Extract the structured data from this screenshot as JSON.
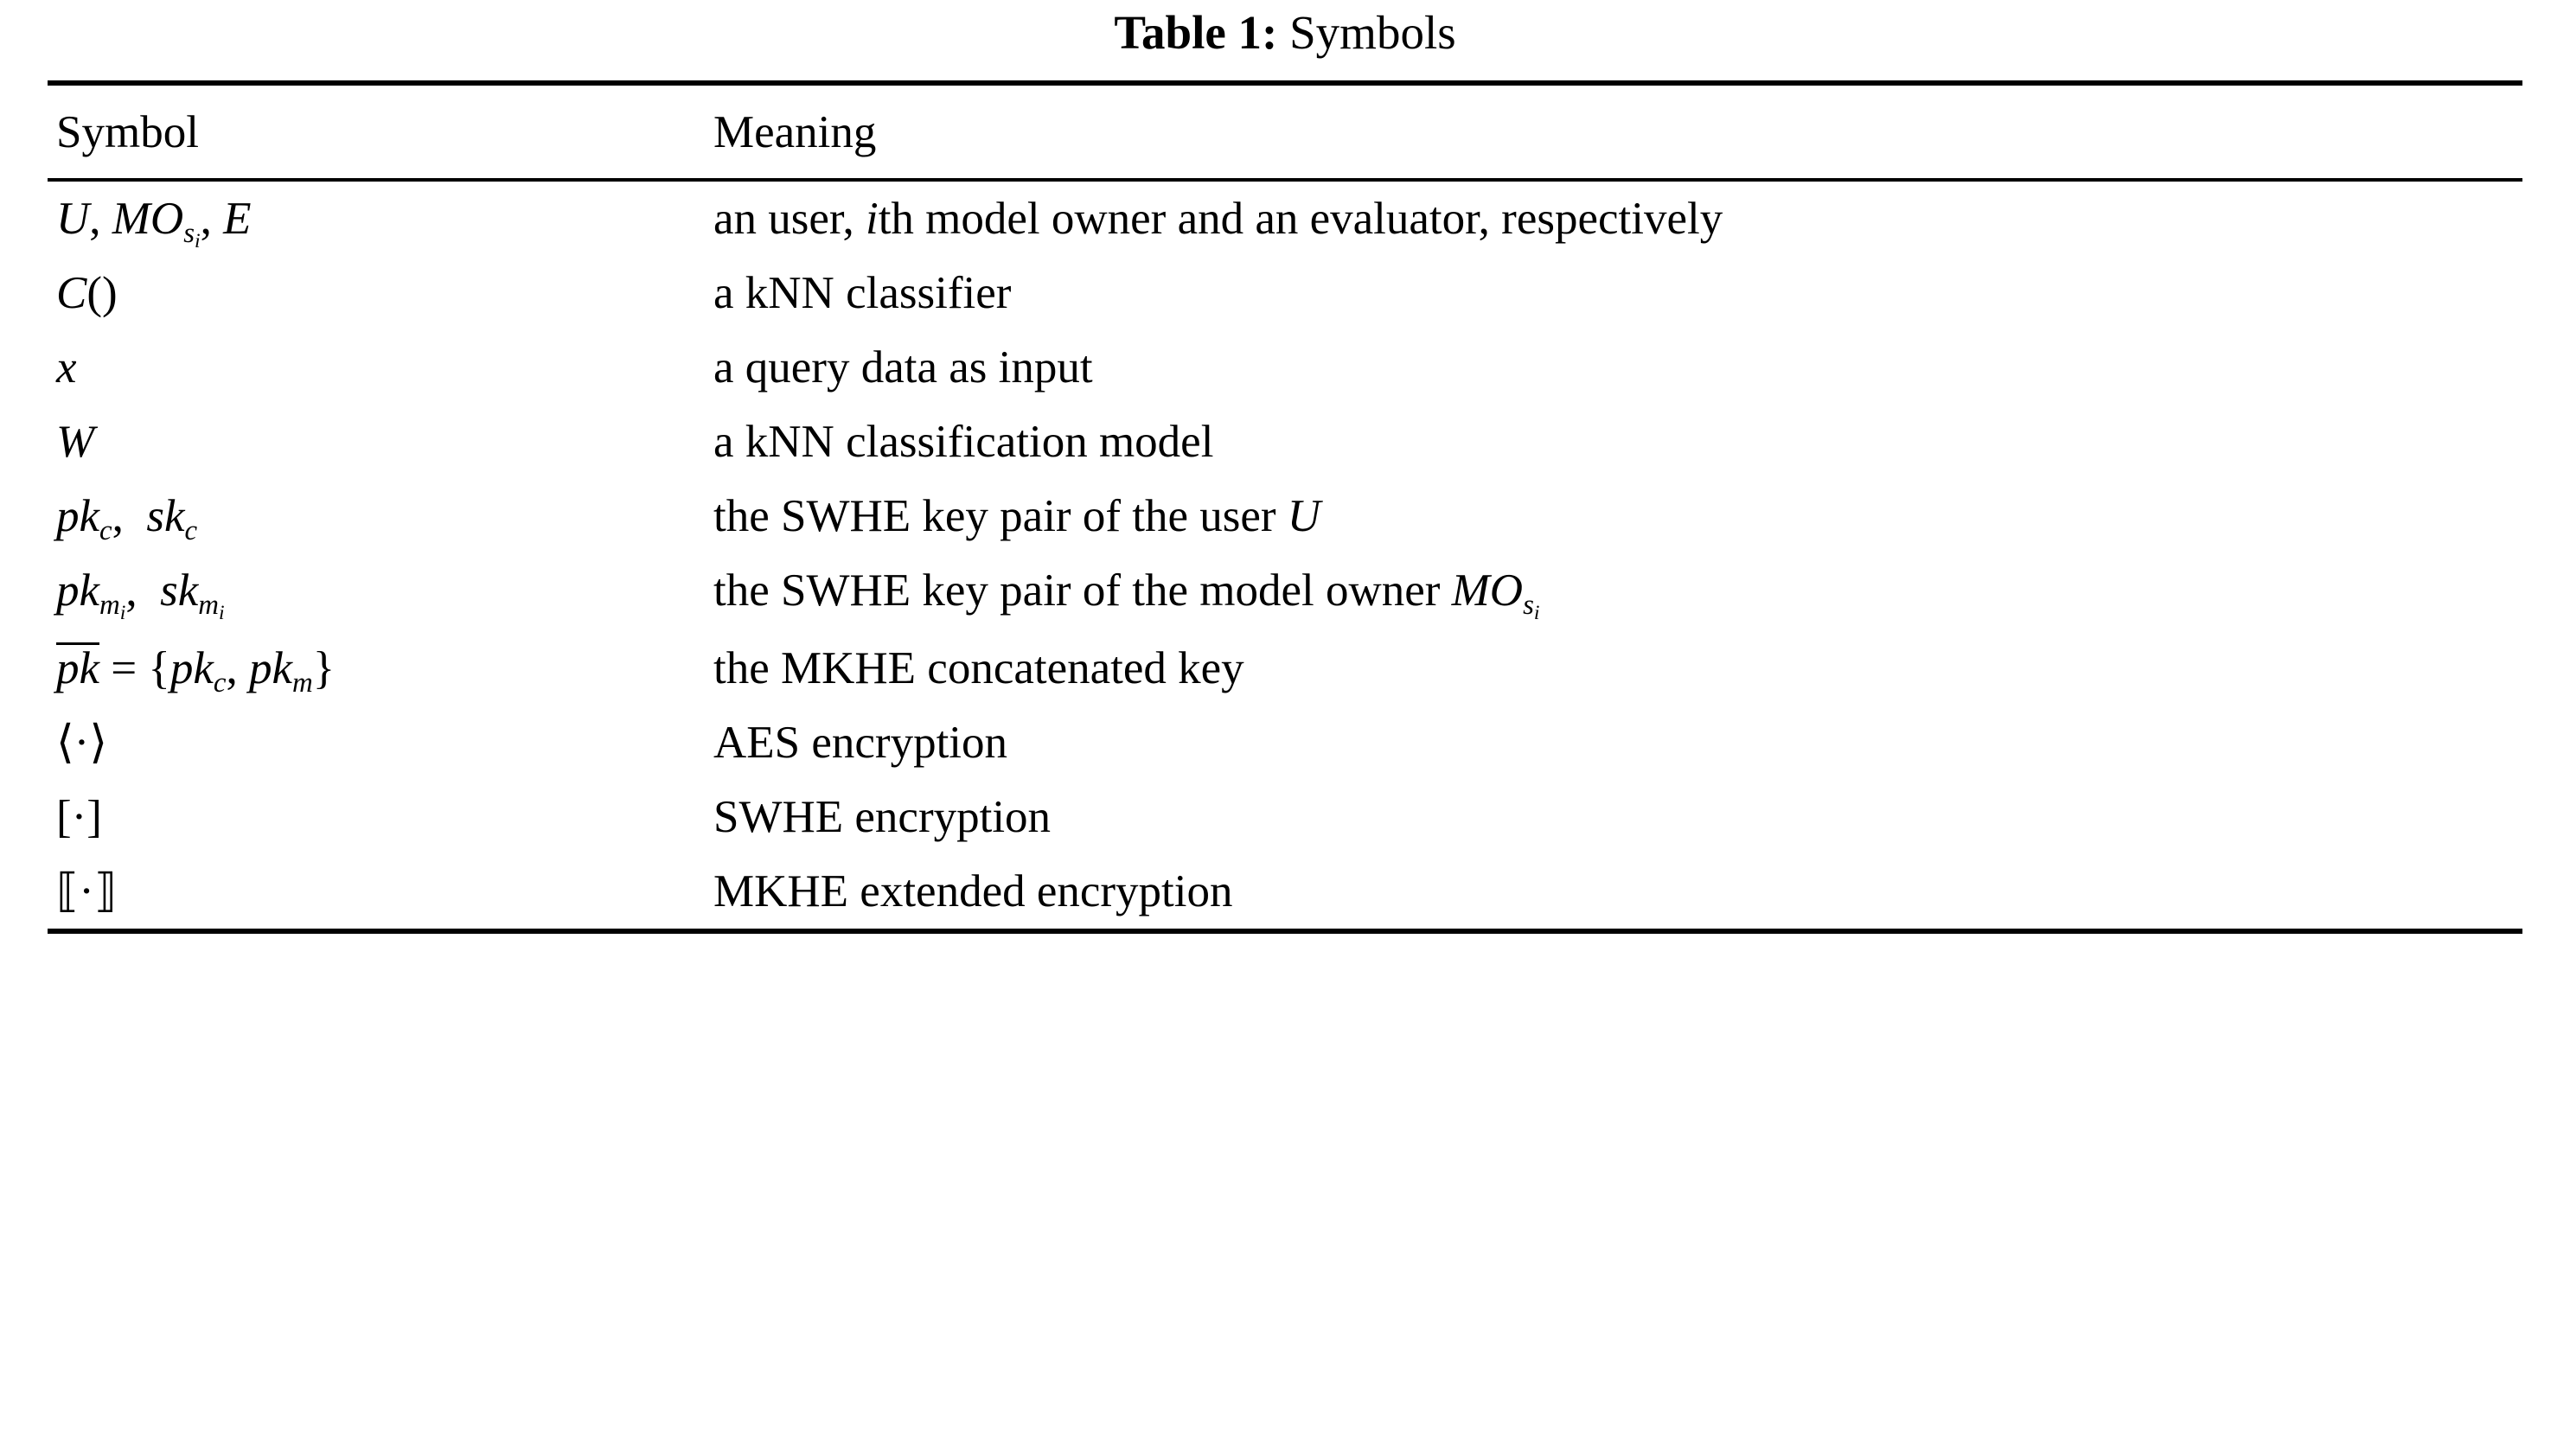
{
  "caption": {
    "label": "Table 1:",
    "text": "Symbols"
  },
  "table": {
    "headers": {
      "symbol": "Symbol",
      "meaning": "Meaning"
    },
    "rows": [
      {
        "symbol_plain": "U, MO_{s_i}, E",
        "meaning": "an user, ith model owner and an evaluator, respectively"
      },
      {
        "symbol_plain": "C()",
        "meaning": "a kNN classifier"
      },
      {
        "symbol_plain": "x",
        "meaning": "a query data as input"
      },
      {
        "symbol_plain": "W",
        "meaning": "a kNN classification model"
      },
      {
        "symbol_plain": "pk_c, sk_c",
        "meaning": "the SWHE key pair of the user U"
      },
      {
        "symbol_plain": "pk_{m_i}, sk_{m_i}",
        "meaning": "the SWHE key pair of the model owner MO_{s_i}"
      },
      {
        "symbol_plain": "pk-bar = {pk_c, pk_m}",
        "meaning": "the MKHE concatenated key"
      },
      {
        "symbol_plain": "⟨·⟩",
        "meaning": "AES encryption"
      },
      {
        "symbol_plain": "[·]",
        "meaning": "SWHE encryption"
      },
      {
        "symbol_plain": "⟦·⟧",
        "meaning": "MKHE extended encryption"
      }
    ]
  }
}
